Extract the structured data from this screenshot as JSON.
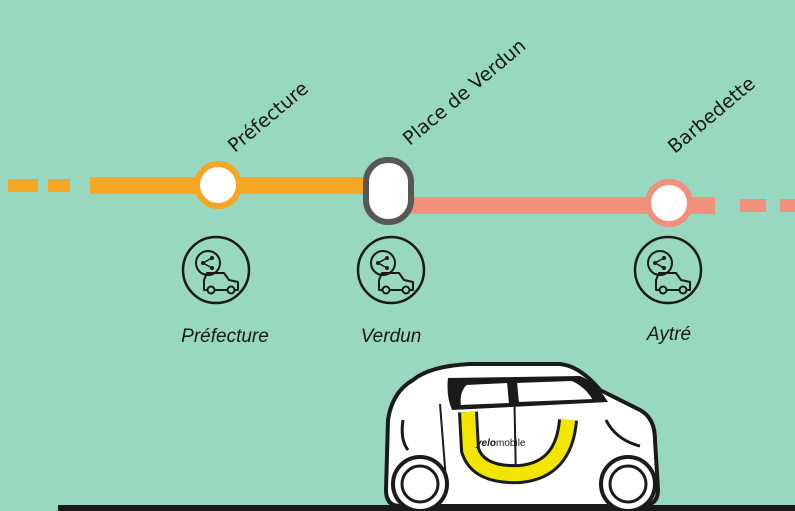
{
  "colors": {
    "background": "#98d7c0",
    "orange_line": "#f6a623",
    "salmon_line": "#f0907d",
    "hub_outline": "#575757",
    "car_accent": "#f2e500",
    "ink": "#1a1a1a"
  },
  "stops": [
    {
      "label": "Préfecture"
    },
    {
      "label": "Place de Verdun"
    },
    {
      "label": "Barbedette"
    }
  ],
  "carsharing_stations": [
    {
      "name": "Préfecture",
      "icon": "carsharing-icon"
    },
    {
      "name": "Verdun",
      "icon": "carsharing-icon"
    },
    {
      "name": "Aytré",
      "icon": "carsharing-icon"
    }
  ],
  "car": {
    "brand_prefix": "yelo",
    "brand_suffix": "mobile",
    "icon": "electric-car-icon"
  }
}
